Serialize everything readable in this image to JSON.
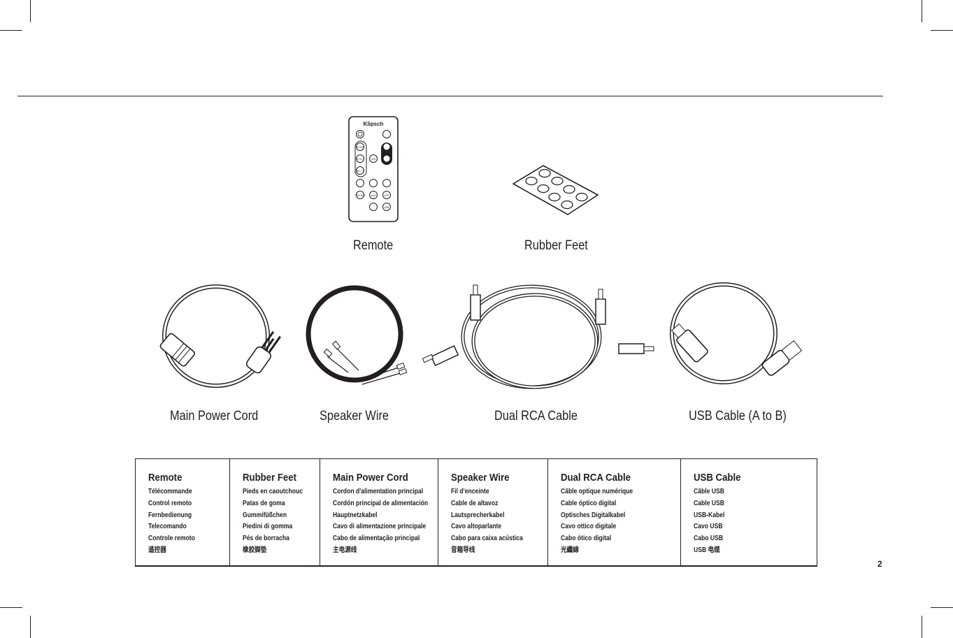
{
  "accessories": {
    "remote": {
      "label": "Remote",
      "brand": "Klipsch",
      "buttons": [
        "SYS-6",
        "SYS-7",
        "LED",
        "BD-77",
        "TOOLBOX",
        "AUX",
        "OPT",
        "USB"
      ]
    },
    "rubber_feet": {
      "label": "Rubber Feet"
    },
    "main_power_cord": {
      "label": "Main Power Cord"
    },
    "speaker_wire": {
      "label": "Speaker Wire"
    },
    "dual_rca_cable": {
      "label": "Dual RCA Cable"
    },
    "usb_cable": {
      "label": "USB Cable (A to B)"
    }
  },
  "translations": [
    {
      "title": "Remote",
      "items": [
        "Télécommande",
        "Control remoto",
        "Fernbedienung",
        "Telecomando",
        "Controle remoto",
        "遥控器"
      ]
    },
    {
      "title": "Rubber Feet",
      "items": [
        "Pieds en caoutchouc",
        "Patas de goma",
        "Gummifüßchen",
        "Piedini di gomma",
        "Pés de borracha",
        "橡胶脚垫"
      ]
    },
    {
      "title": "Main Power Cord",
      "items": [
        "Cordon d'alimentation principal",
        "Cordón principal de alimentación",
        "Hauptnetzkabel",
        "Cavo di alimentazione principale",
        "Cabo de alimentação principal",
        "主电源线"
      ]
    },
    {
      "title": "Speaker Wire",
      "items": [
        "Fil d'enceinte",
        "Cable de altavoz",
        "Lautsprecherkabel",
        "Cavo altoparlante",
        "Cabo para caixa acústica",
        "音箱导线"
      ]
    },
    {
      "title": "Dual RCA Cable",
      "items": [
        "Câble optique numérique",
        "Cable óptico digital",
        "Optisches Digitalkabel",
        "Cavo ottico digitale",
        "Cabo ótico digital",
        "光纖線"
      ]
    },
    {
      "title": "USB Cable",
      "items": [
        "Câble USB",
        "Cable USB",
        "USB-Kabel",
        "Cavo USB",
        "Cabo USB",
        "USB 电缆"
      ]
    }
  ],
  "page_number": "2"
}
